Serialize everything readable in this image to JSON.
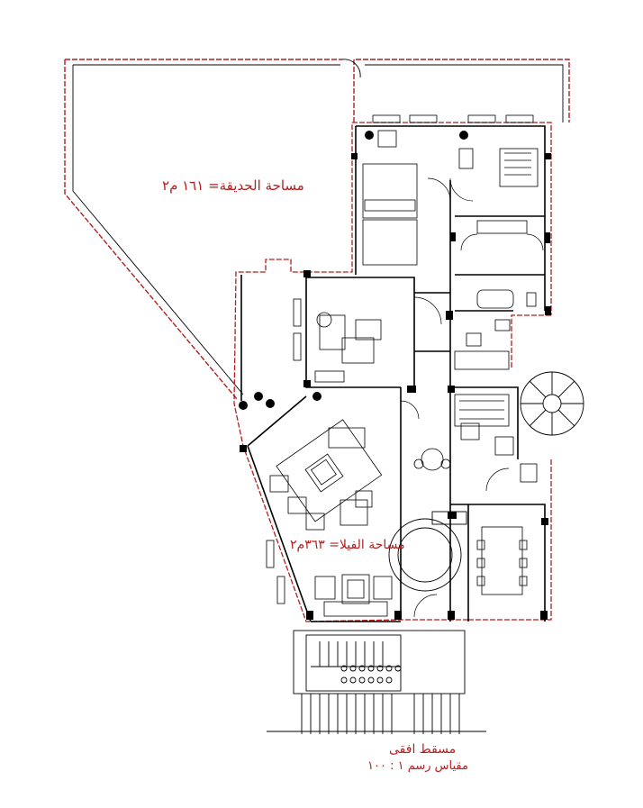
{
  "labels": {
    "garden_area": "مساحة الحديقة= ١٦١ م٢",
    "villa_area": "مساحة الفيلا= ٣٦٣م٢",
    "plan_title": "مسقط افقى",
    "scale": "مقياس رسم  ١ : ١٠٠"
  },
  "colors": {
    "boundary": "#b21f1f",
    "walls": "#000000",
    "text": "#b21f1f",
    "background": "#ffffff"
  },
  "icons": [
    "tree-icon",
    "spiral-stair-icon",
    "stair-icon",
    "bed-icon",
    "sofa-icon",
    "dining-table-icon",
    "toilet-icon",
    "bathtub-icon",
    "sink-icon"
  ]
}
